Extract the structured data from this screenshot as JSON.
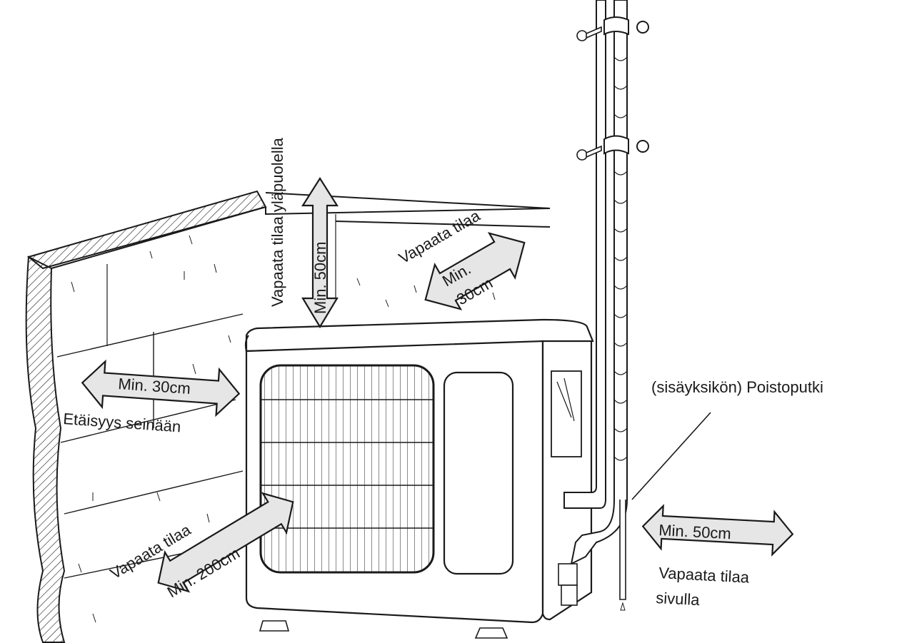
{
  "labels": {
    "top_free_space": "Vapaata tilaa yläpuolella",
    "top_min": "Min. 50cm",
    "back_free_space": "Vapaata tilaa",
    "back_min_1": "Min.",
    "back_min_2": "30cm",
    "wall_min": "Min. 30cm",
    "wall_distance": "Etäisyys seinään",
    "front_free_space": "Vapaata tilaa",
    "front_min": "Min. 200cm",
    "drain_pipe": "(sisäyksikön) Poistoputki",
    "side_min": "Min. 50cm",
    "side_free_space_1": "Vapaata tilaa",
    "side_free_space_2": "sivulla"
  },
  "colors": {
    "line": "#1a1a1a",
    "arrow_fill": "#e6e6e6",
    "background": "#ffffff"
  }
}
